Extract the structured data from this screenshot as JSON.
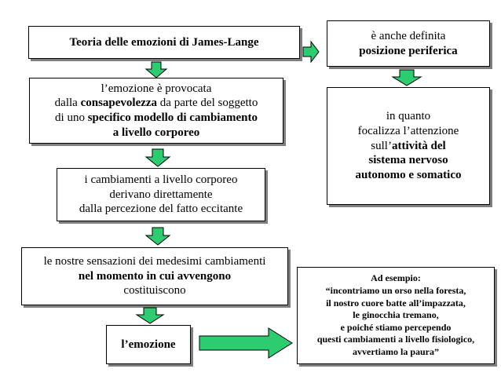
{
  "colors": {
    "arrow_fill": "#2ecc71",
    "arrow_stroke": "#000000",
    "box_border": "#000000",
    "shadow": "#7f7f7f"
  },
  "title_box": {
    "text": "Teoria delle emozioni di James-Lange"
  },
  "definition_box": {
    "line1": "è anche definita",
    "line2": "posizione periferica"
  },
  "provocation_box": {
    "line1": "l’emozione è provocata",
    "line2_a": "dalla ",
    "line2_b": "consapevolezza",
    "line2_c": " da parte del soggetto",
    "line3_a": "di uno ",
    "line3_b": "specifico modello di cambiamento",
    "line4": "a livello corporeo"
  },
  "focus_box": {
    "line1": "in quanto",
    "line2": "focalizza l’attenzione",
    "line3_a": "sull’",
    "line3_b": "attività del",
    "line4": "sistema nervoso",
    "line5": "autonomo e somatico"
  },
  "changes_box": {
    "line1": "i cambiamenti a livello corporeo",
    "line2": "derivano direttamente",
    "line3": "dalla percezione del fatto eccitante"
  },
  "sensations_box": {
    "line1": "le nostre sensazioni dei medesimi cambiamenti",
    "line2": "nel momento in cui avvengono",
    "line3": "costituiscono"
  },
  "emotion_box": {
    "text": "l’emozione"
  },
  "example_box": {
    "line1": "Ad esempio:",
    "line2": "“incontriamo un orso nella foresta,",
    "line3": "il nostro cuore batte all’impazzata,",
    "line4": "le ginocchia tremano,",
    "line5": "e poiché stiamo percependo",
    "line6": "questi cambiamenti a livello fisiologico,",
    "line7": "avvertiamo la paura”"
  }
}
